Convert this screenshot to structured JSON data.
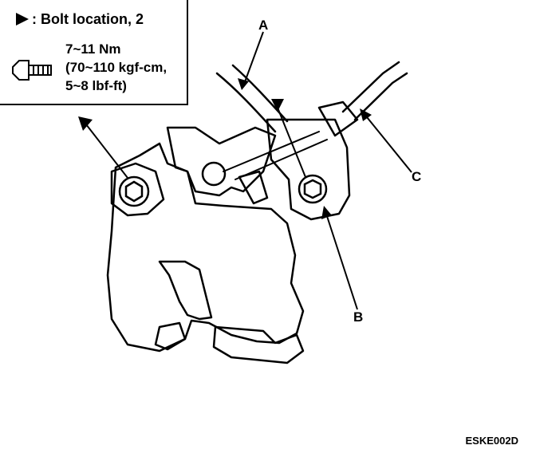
{
  "legend": {
    "bolt_location": ": Bolt location, 2",
    "torque_nm": "7~11 Nm",
    "torque_kgf": "(70~110 kgf-cm,",
    "torque_lbf": "5~8 lbf-ft)"
  },
  "callouts": {
    "a": "A",
    "b": "B",
    "c": "C"
  },
  "figure_code": "ESKE002D",
  "icons": [
    "bolt-icon",
    "triangle-marker-icon"
  ]
}
